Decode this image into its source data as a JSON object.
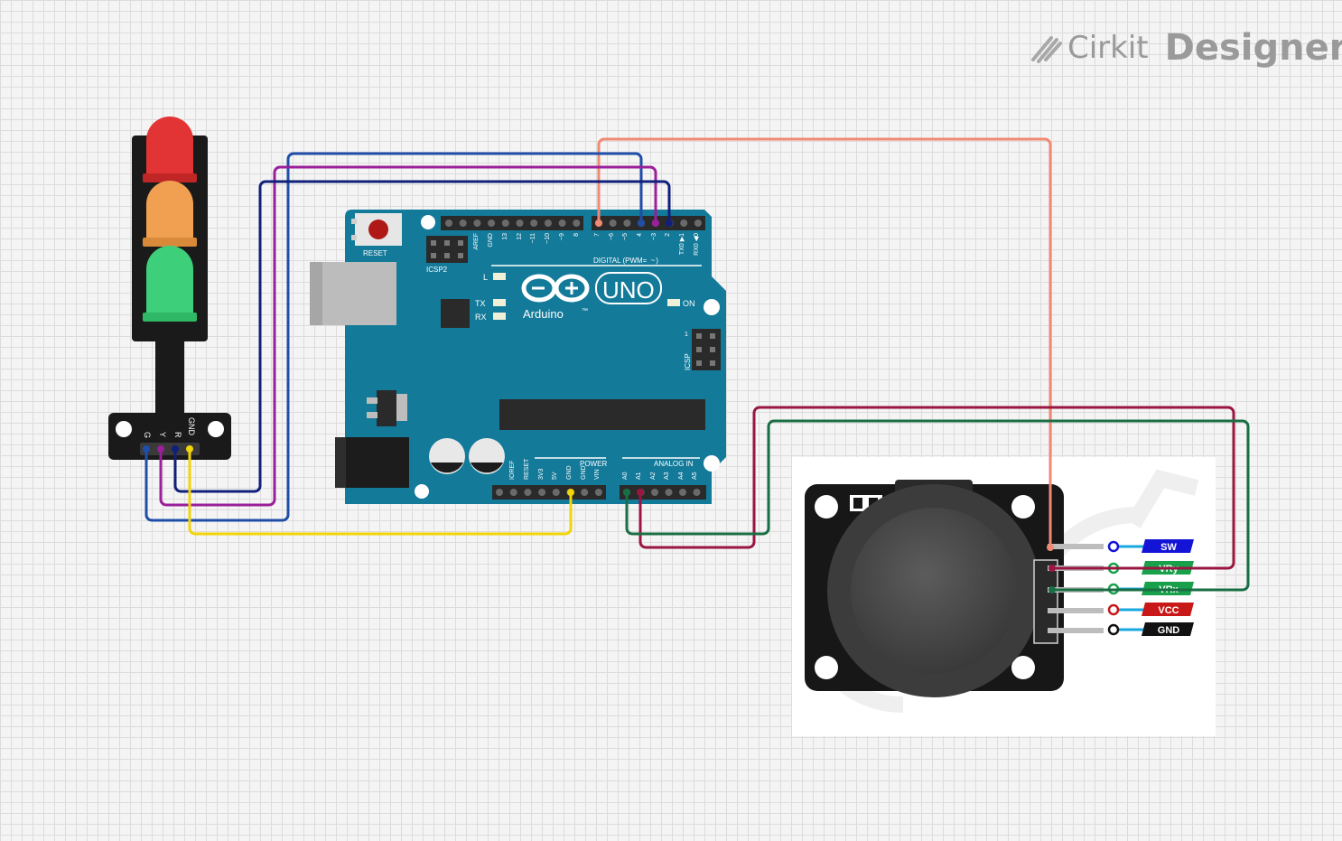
{
  "brand": {
    "name1": "Cirkit",
    "name2": "Designer"
  },
  "traffic_light": {
    "pins": [
      "G",
      "Y",
      "R",
      "GND"
    ]
  },
  "arduino": {
    "reset_label": "RESET",
    "icsp2_label": "ICSP2",
    "icsp_label": "ICSP",
    "icsp_pin1": "1",
    "l_label": "L",
    "tx_label": "TX",
    "rx_label": "RX",
    "on_label": "ON",
    "brand": "Arduino",
    "model": "UNO",
    "tm": "™",
    "digital_label": "DIGITAL (PWM= ",
    "digital_tilde": "~",
    "digital_paren": ")",
    "power_label": "POWER",
    "analog_label": "ANALOG IN",
    "top_pins": [
      "AREF",
      "GND",
      "13",
      "12",
      "~11",
      "~10",
      "~9",
      "8",
      "7",
      "~6",
      "~5",
      "4",
      "~3",
      "2",
      "TX0 ▶1",
      "RX0 ◀0"
    ],
    "power_pins": [
      "IOREF",
      "RESET",
      "3V3",
      "5V",
      "GND",
      "GND",
      "VIN"
    ],
    "analog_pins": [
      "A0",
      "A1",
      "A2",
      "A3",
      "A4",
      "A5"
    ]
  },
  "joystick": {
    "pins": [
      {
        "label": "SW",
        "color": "#1414d6"
      },
      {
        "label": "VRy",
        "color": "#18a04a"
      },
      {
        "label": "VRx",
        "color": "#18a04a"
      },
      {
        "label": "VCC",
        "color": "#c81818"
      },
      {
        "label": "GND",
        "color": "#111111"
      }
    ]
  },
  "wire_colors": {
    "salmon": "#f08a72",
    "blue": "#1f4ea8",
    "purple": "#9a1f9a",
    "navy": "#101f7a",
    "yellow": "#f2d40a",
    "maroon": "#9a1640",
    "green": "#1a6e44"
  }
}
